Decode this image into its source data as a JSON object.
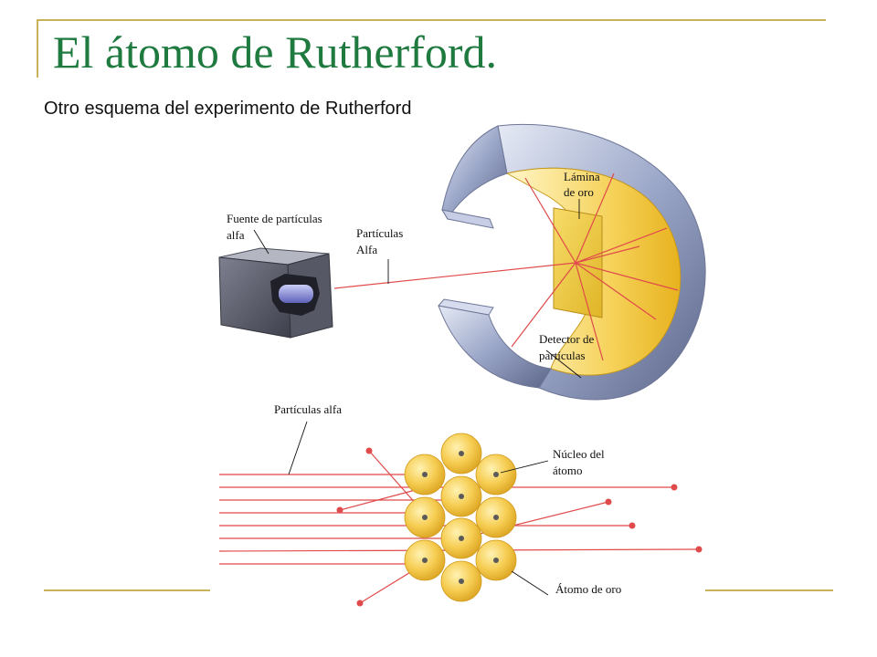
{
  "slide": {
    "title": "El átomo de Rutherford.",
    "subtitle": "Otro esquema del experimento de Rutherford",
    "accent_color": "#c8b35a",
    "title_color": "#1f7a3f"
  },
  "top_diagram": {
    "source_label_1": "Fuente de partículas",
    "source_label_2": "alfa",
    "beam_label_1": "Partículas",
    "beam_label_2": "Alfa",
    "foil_label_1": "Lámina",
    "foil_label_2": "de oro",
    "detector_label_1": "Detector de",
    "detector_label_2": "partículas"
  },
  "bottom_diagram": {
    "particles_label": "Partículas alfa",
    "nucleus_label_1": "Núcleo del",
    "nucleus_label_2": "átomo",
    "gold_atom_label": "Átomo de oro"
  }
}
